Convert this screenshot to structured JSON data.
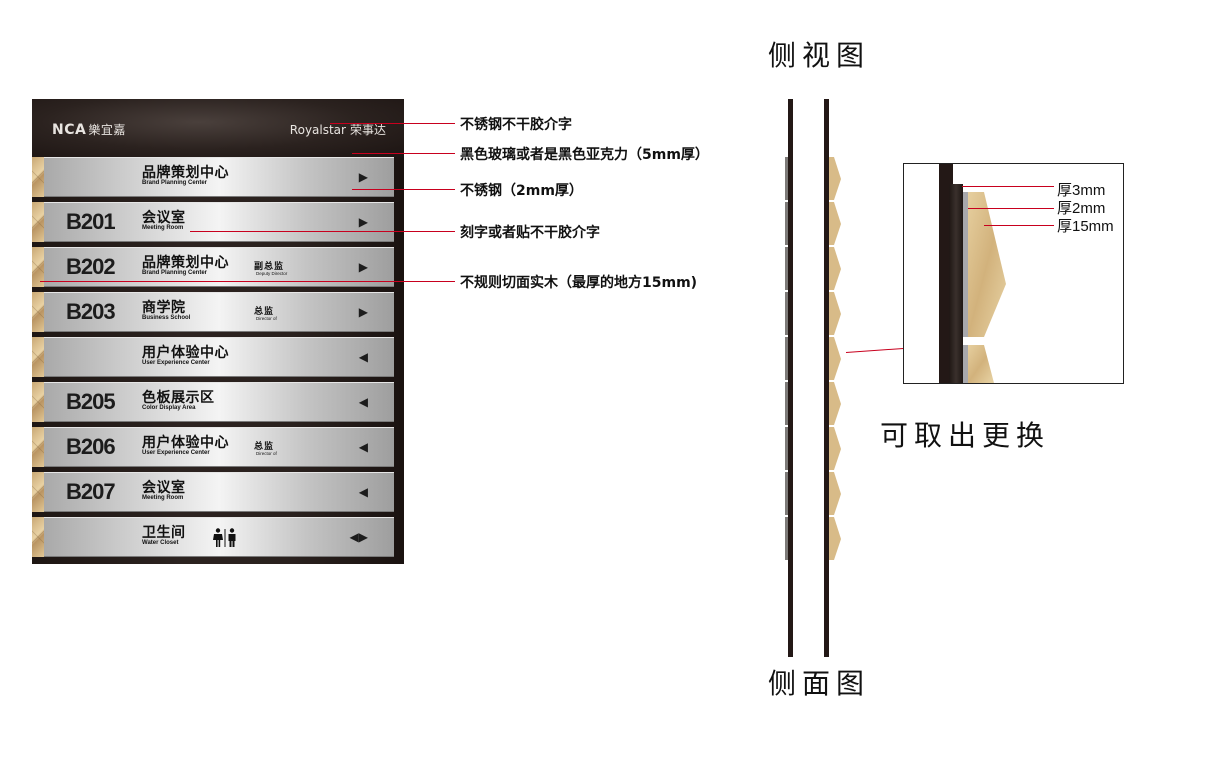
{
  "sign": {
    "header": {
      "logo_left_brand": "NCA",
      "logo_left_cn": "樂宜嘉",
      "logo_right_brand": "Royalstar",
      "logo_right_cn": "荣事达"
    },
    "rows": [
      {
        "room": "",
        "name_cn": "品牌策划中心",
        "name_en": "Brand Planning Center",
        "title_cn": "",
        "title_en": "",
        "arrow": "▶",
        "icon": ""
      },
      {
        "room": "B201",
        "name_cn": "会议室",
        "name_en": "Meeting Room",
        "title_cn": "",
        "title_en": "",
        "arrow": "▶",
        "icon": ""
      },
      {
        "room": "B202",
        "name_cn": "品牌策划中心",
        "name_en": "Brand Planning Center",
        "title_cn": "副总监",
        "title_en": "Deputy Director",
        "arrow": "▶",
        "icon": ""
      },
      {
        "room": "B203",
        "name_cn": "商学院",
        "name_en": "Business School",
        "title_cn": "总监",
        "title_en": "Director of",
        "arrow": "▶",
        "icon": ""
      },
      {
        "room": "",
        "name_cn": "用户体验中心",
        "name_en": "User Experience Center",
        "title_cn": "",
        "title_en": "",
        "arrow": "◀",
        "icon": ""
      },
      {
        "room": "B205",
        "name_cn": "色板展示区",
        "name_en": "Color Display Area",
        "title_cn": "",
        "title_en": "",
        "arrow": "◀",
        "icon": ""
      },
      {
        "room": "B206",
        "name_cn": "用户体验中心",
        "name_en": "User Experience Center",
        "title_cn": "总监",
        "title_en": "Director of",
        "arrow": "◀",
        "icon": ""
      },
      {
        "room": "B207",
        "name_cn": "会议室",
        "name_en": "Meeting Room",
        "title_cn": "",
        "title_en": "",
        "arrow": "◀",
        "icon": ""
      },
      {
        "room": "",
        "name_cn": "卫生间",
        "name_en": "Water Closet",
        "title_cn": "",
        "title_en": "",
        "arrow": "◀▶",
        "icon": "restroom-icon"
      }
    ]
  },
  "annotations": [
    {
      "text": "不锈钢不干胶介字"
    },
    {
      "text": "黑色玻璃或者是黑色亚克力（5mm厚）"
    },
    {
      "text": "不锈钢（2mm厚）"
    },
    {
      "text": "刻字或者贴不干胶介字"
    },
    {
      "text": "不规则切面实木（最厚的地方15mm)"
    }
  ],
  "side_view": {
    "title_top": "侧视图",
    "title_bottom": "侧面图",
    "replace_note": "可取出更换",
    "detail_dims": [
      "厚3mm",
      "厚2mm",
      "厚15mm"
    ]
  },
  "colors": {
    "leader_line": "#c8001e",
    "panel_dark": "#231816",
    "wood": "#d8bb88",
    "steel": "#c8c8c8"
  }
}
